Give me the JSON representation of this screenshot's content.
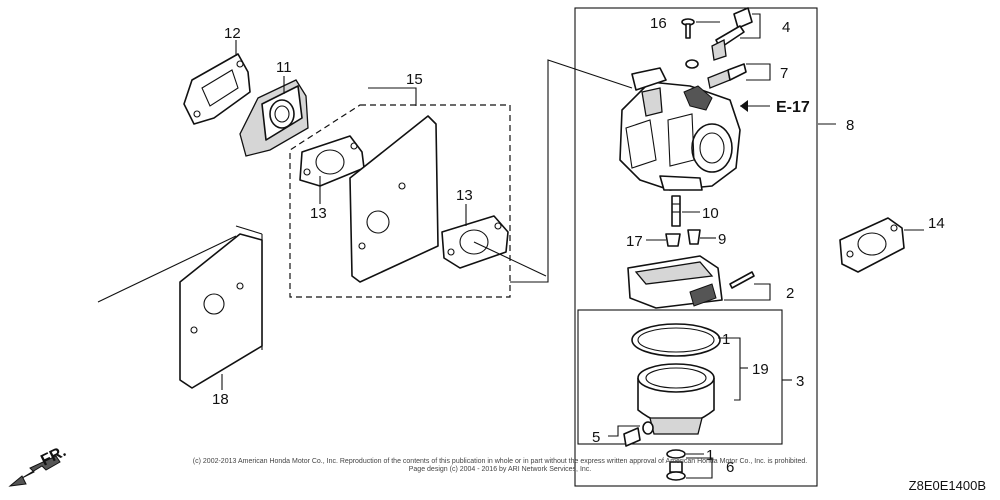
{
  "labels": {
    "p1a": "1",
    "p1b": "1",
    "p2": "2",
    "p3": "3",
    "p4": "4",
    "p5": "5",
    "p6": "6",
    "p7": "7",
    "p8": "8",
    "p9": "9",
    "p10": "10",
    "p11": "11",
    "p12": "12",
    "p13a": "13",
    "p13b": "13",
    "p14": "14",
    "p15": "15",
    "p16": "16",
    "p17": "17",
    "p18": "18",
    "p19": "19",
    "ref": "E-17"
  },
  "copyright": {
    "line1": "(c) 2002-2013 American Honda Motor Co., Inc. Reproduction of the contents of this publication in whole or in part without the express written approval of American Honda Motor Co., Inc. is prohibited.",
    "line2": "Page design (c) 2004 - 2016 by ARI Network Services, Inc."
  },
  "direction": "FR.",
  "diagram_code": "Z8E0E1400B"
}
